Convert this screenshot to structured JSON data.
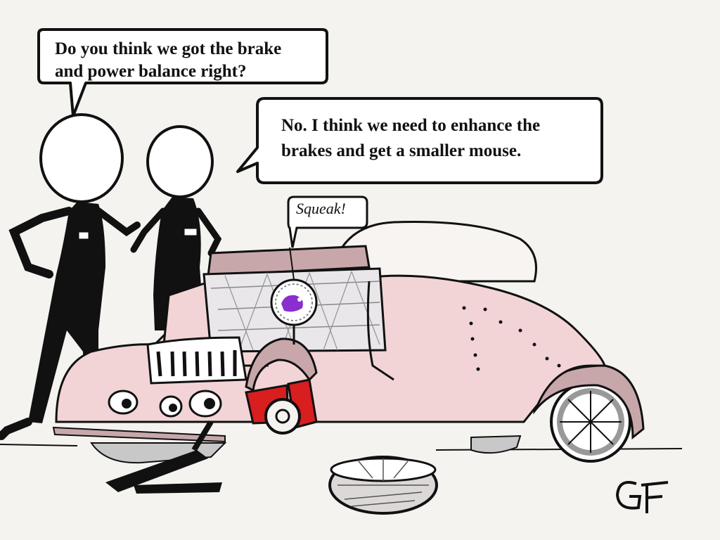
{
  "speech_bubbles": {
    "first": {
      "line1": "Do you think we got the brake",
      "line2": "and power balance right?"
    },
    "second": {
      "line1": "No. I think we need to enhance the",
      "line2": "brakes and get a smaller mouse."
    },
    "squeak": "Squeak!"
  },
  "icons": [
    "left-figure-icon",
    "right-figure-icon",
    "pink-car-icon",
    "mouse-wheel-icon",
    "spare-tire-icon",
    "car-jack-icon",
    "brake-caliper-icon",
    "artist-signature-icon"
  ],
  "colors": {
    "background": "#f4f3ef",
    "car_pink": "#f2d4d7",
    "car_shadow": "#c8a7ab",
    "brake_red": "#d81e1e",
    "mouse_purple": "#8a2ecf",
    "ink": "#111111"
  }
}
